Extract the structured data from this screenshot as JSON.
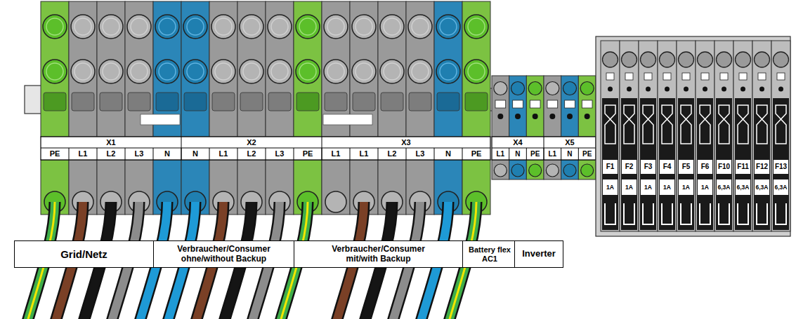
{
  "diagram": {
    "nodes": [
      {
        "text": [
          "Grid/Netz"
        ]
      },
      {
        "text": [
          "Verbraucher/Consumer ohne/without Backup"
        ]
      },
      {
        "text": [
          "Verbraucher/Consumer mit/with Backup"
        ]
      },
      {
        "text": [
          "Battery flex AC1"
        ]
      },
      {
        "text": [
          "Inverter"
        ]
      }
    ],
    "labels": [
      "X1",
      "PE",
      "L1",
      "L2",
      "L3",
      "N",
      "X2",
      "N",
      "L1",
      "L2",
      "L3",
      "PE",
      "X3",
      "L1",
      "L1",
      "L2",
      "L3",
      "N",
      "PE",
      "X4",
      "L1",
      "N",
      "PE",
      "X5",
      "L1",
      "N",
      "PE",
      "F1",
      "F2",
      "F3",
      "F4",
      "F5",
      "F6",
      "F10",
      "F11",
      "F12",
      "F13",
      "1A",
      "1A",
      "1A",
      "1A",
      "1A",
      "1A",
      "6,3A",
      "6,3A",
      "6,3A",
      "6,3A"
    ]
  }
}
